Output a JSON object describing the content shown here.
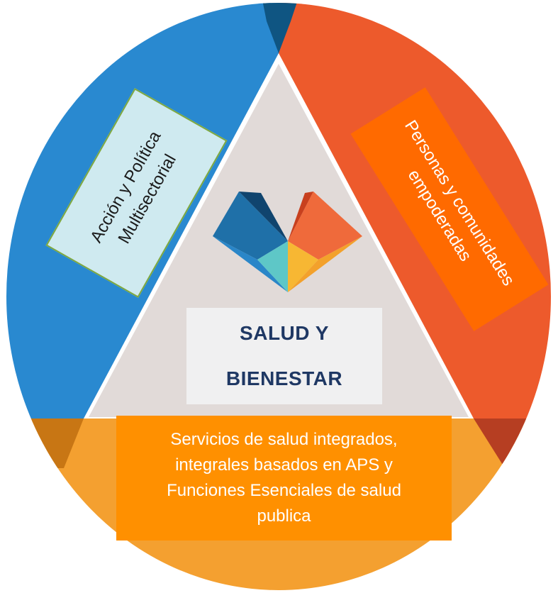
{
  "labels": {
    "left_line1": "Acción y Política",
    "left_line2": "Multisectorial",
    "right_line1": "Personas y comunidades",
    "right_line2": "empoderadas",
    "center_line1": "SALUD Y",
    "center_line2": "BIENESTAR",
    "bottom_line1": "Servicios de salud integrados,",
    "bottom_line2": "integrales basados en APS  y",
    "bottom_line3": "Funciones Esenciales  de salud",
    "bottom_line4": "publica"
  },
  "colors": {
    "blue": "#2989d0",
    "blue_dark": "#0f5582",
    "orange_red": "#ed5a2c",
    "orange_red_dark": "#b63e22",
    "amber": "#f4a030",
    "amber_dark": "#c87614",
    "triangle": "#e1dad8",
    "left_box": "#cfeaf0",
    "left_box_border": "#7ea83f",
    "right_box": "#ff6a00",
    "center_box": "#f0f0f1",
    "center_text": "#1f3864",
    "bottom_box": "#ff9000"
  },
  "icons": [
    "heart-logo-icon"
  ]
}
